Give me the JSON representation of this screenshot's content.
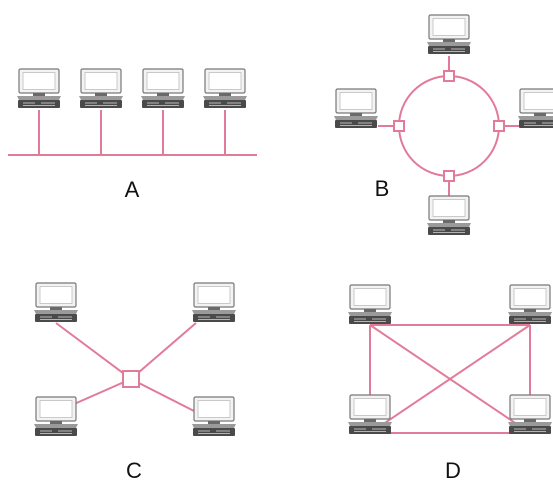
{
  "colors": {
    "link": "#e27a9a",
    "label": "#111111",
    "background": "#ffffff"
  },
  "icon": "computer-icon",
  "panels": [
    {
      "id": "a",
      "label": "A"
    },
    {
      "id": "b",
      "label": "B"
    },
    {
      "id": "c",
      "label": "C"
    },
    {
      "id": "d",
      "label": "D"
    }
  ]
}
